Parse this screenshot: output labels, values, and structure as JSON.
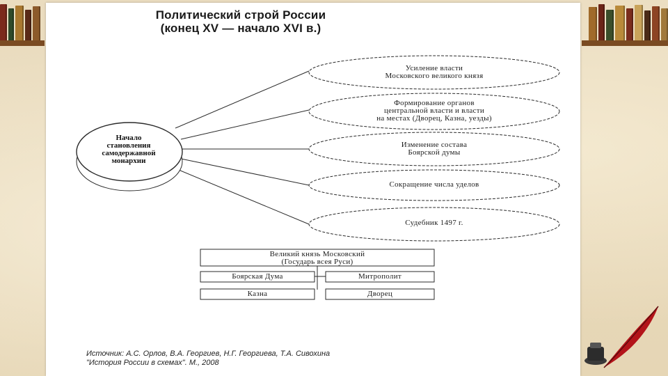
{
  "slide": {
    "title_line1": "Политический строй России",
    "title_line2": "(конец XV — начало XVI в.)"
  },
  "diagram": {
    "center": {
      "lines": [
        "Начало",
        "становления",
        "самодержавной",
        "монархии"
      ]
    },
    "branches": [
      {
        "lines": [
          "Усиление власти",
          "Московского великого князя"
        ]
      },
      {
        "lines": [
          "Формирование органов",
          "центральной власти и власти",
          "на местах (Дворец, Казна, уезды)"
        ]
      },
      {
        "lines": [
          "Изменение состава",
          "Боярской думы"
        ]
      },
      {
        "lines": [
          "Сокращение числа уделов"
        ]
      },
      {
        "lines": [
          "Судебник 1497 г."
        ]
      }
    ],
    "structure": {
      "top": {
        "lines": [
          "Великий князь Московский",
          "(Государь всея Руси)"
        ]
      },
      "left_upper": "Боярская Дума",
      "right_upper": "Митрополит",
      "left_lower": "Казна",
      "right_lower": "Дворец"
    }
  },
  "source": {
    "line1": "Источник: А.С. Орлов, В.А. Георгиев, Н.Г. Георгиева, Т.А. Сивохина",
    "line2": "\"История России в схемах\". М., 2008"
  },
  "colors": {
    "background": "#e9dcc0",
    "sheet": "#ffffff",
    "line": "#2a2a2a"
  }
}
